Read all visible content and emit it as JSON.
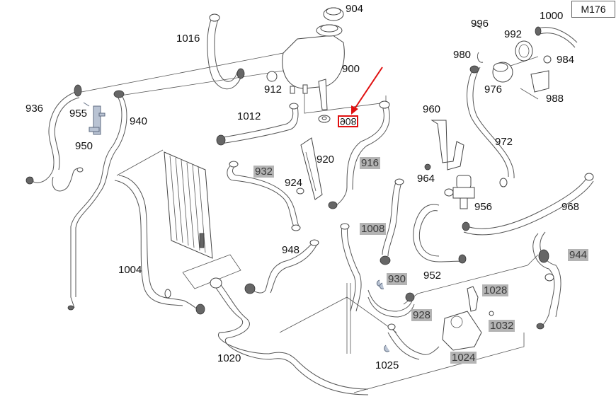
{
  "diagram": {
    "model_badge": "M176",
    "highlighted_part": "908",
    "colors": {
      "highlight_fill": "#b4b4b4",
      "selection_box": "#e01010",
      "arrow": "#e01010",
      "line": "#555555"
    },
    "labels": {
      "p1016": "1016",
      "p904": "904",
      "p900": "900",
      "p912": "912",
      "p1012": "1012",
      "p908": "908",
      "p936": "936",
      "p955": "955",
      "p950": "950",
      "p940": "940",
      "p920": "920",
      "p932": "932",
      "p924": "924",
      "p916": "916",
      "p960": "960",
      "p964": "964",
      "p972": "972",
      "p996": "996",
      "p1000": "1000",
      "p992": "992",
      "p980": "980",
      "p984": "984",
      "p976": "976",
      "p988": "988",
      "p956": "956",
      "p968": "968",
      "p1008": "1008",
      "p948": "948",
      "p1004": "1004",
      "p930": "930",
      "p952": "952",
      "p944": "944",
      "p928": "928",
      "p1028": "1028",
      "p1032": "1032",
      "p1020": "1020",
      "p1025": "1025",
      "p1024": "1024"
    },
    "highlighted_labels": [
      "932",
      "916",
      "1008",
      "930",
      "928",
      "944",
      "1028",
      "1032",
      "1024"
    ]
  }
}
